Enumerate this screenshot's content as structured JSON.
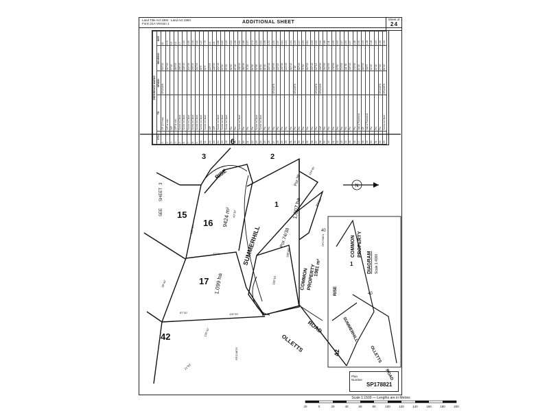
{
  "header": {
    "acts": [
      "Land Title Act 1994",
      "Land Act 1994",
      "Form 21A Version 1"
    ],
    "title": "ADDITIONAL SHEET",
    "sheet_label": "Sheet",
    "sheet_of": "of",
    "sheet_num": "2",
    "sheet_total": "4"
  },
  "ref_table": {
    "heading": "REFERENCE MARKS",
    "cols": [
      "STN",
      "TO",
      "ORIGIN",
      "BEARING",
      "DIST"
    ],
    "rows": [
      [
        "1",
        "OP (2.3 rear)",
        "SP123456",
        "353°20'",
        "10"
      ],
      [
        "2",
        "GIP in conc",
        "",
        "337°20'",
        "3.75"
      ],
      [
        "3",
        "OIP",
        "",
        "27°15'",
        "0.5"
      ],
      [
        "4",
        "OIP in conc",
        "",
        "283°50'",
        "1.0"
      ],
      [
        "5",
        "Screw in Chisel",
        "",
        "236°10'",
        "1.7"
      ],
      [
        "6",
        "Screw in Chisel",
        "",
        "218°40'",
        "2.01"
      ],
      [
        "7",
        "Screw in Chisel",
        "",
        "199°30'",
        "1.65"
      ],
      [
        "8",
        "Screw in Chisel",
        "",
        "258°20'",
        "5.40"
      ],
      [
        "9",
        "Screw in Chisel",
        "",
        "252°50'",
        "3.19"
      ],
      [
        "10",
        "Screw in Chisel",
        "",
        "55°5'",
        "3.17"
      ],
      [
        "11",
        "Screw in Chisel",
        "",
        "62°5'",
        "7.75"
      ],
      [
        "12",
        "OIP",
        "",
        "113°55'",
        "0.9"
      ],
      [
        "13",
        "OIP",
        "",
        "148°55'",
        "0.8"
      ],
      [
        "14",
        "Screw in Chisel",
        "",
        "131°40'",
        "0.86"
      ],
      [
        "15",
        "Screw in Chisel",
        "",
        "29°20'",
        "2.09"
      ],
      [
        "16",
        "Screw in Chisel",
        "",
        "39°20'",
        "2.95"
      ],
      [
        "17",
        "Pin",
        "",
        "30°30'",
        "3.02"
      ],
      [
        "18",
        "Pin",
        "",
        "45°40'",
        "4.50"
      ],
      [
        "19",
        "Screw in Chisel",
        "",
        "230°20'",
        "3.81"
      ],
      [
        "20",
        "Pin",
        "",
        "300°30'",
        "2.88"
      ],
      [
        "21",
        "Pin",
        "",
        "70°20'",
        "1.57"
      ],
      [
        "22",
        "Pin",
        "",
        "89°30'",
        "0.72"
      ],
      [
        "23",
        "Screw in Chisel",
        "",
        "32°30'",
        "1.53"
      ],
      [
        "24",
        "Screw in Chisel",
        "",
        "30°50'",
        "2.01"
      ],
      [
        "25",
        "Pin",
        "",
        "30°40'",
        "0.38"
      ],
      [
        "26",
        "Pin",
        "",
        "105°40'",
        "1.52"
      ],
      [
        "27",
        "Pin",
        "SP124876",
        "345°55'",
        "0.29"
      ],
      [
        "28",
        "Pin",
        "",
        "113°20'",
        "0.37"
      ],
      [
        "29",
        "Pin",
        "",
        "295°30'",
        "3.04"
      ],
      [
        "30",
        "Pin",
        "",
        "121°40'",
        "2.21"
      ],
      [
        "31",
        "Pin",
        "",
        "303°10'",
        "0.91"
      ],
      [
        "32",
        "Pin",
        "SP124876",
        "2°10'",
        "1.53"
      ],
      [
        "33",
        "Pin",
        "",
        "303°10'",
        "0.17"
      ],
      [
        "34",
        "Pin",
        "",
        "75°50'",
        "0.55"
      ],
      [
        "35",
        "Pin",
        "",
        "302°50'",
        "0.84"
      ],
      [
        "36",
        "Pin",
        "",
        "299°40'",
        "2.53"
      ],
      [
        "37",
        "Pin",
        "SP124876",
        "117°10'",
        "0.31"
      ],
      [
        "38",
        "OIP",
        "SP123456",
        "298°30'",
        "0.59"
      ],
      [
        "39",
        "Pin",
        "",
        "334°50'",
        "0.88"
      ],
      [
        "40",
        "Pin",
        "",
        "319°50'",
        "2.11"
      ],
      [
        "41",
        "Pin",
        "",
        "276°50'",
        "0.55"
      ],
      [
        "42",
        "Pin",
        "",
        "24°50'",
        "0.53"
      ],
      [
        "43",
        "Pin",
        "",
        "274°50'",
        "0.57"
      ],
      [
        "44",
        "Pin",
        "",
        "111°50'",
        "0.59"
      ],
      [
        "45",
        "Pin",
        "",
        "295°10'",
        "1.57"
      ],
      [
        "46",
        "Pin",
        "",
        "270°30'",
        "1.36"
      ],
      [
        "47",
        "Nail in Pavement",
        "",
        "19°10'",
        "2.95"
      ],
      [
        "48",
        "OP",
        "",
        "283°50'",
        "0.45"
      ],
      [
        "49",
        "Nail in Pavement",
        "",
        "310°5'",
        "4.18"
      ],
      [
        "50",
        "Pin",
        "",
        "51°40'",
        "0.48"
      ],
      [
        "51",
        "Pin",
        "",
        "45°10'",
        "0.52"
      ],
      [
        "52",
        "Pin",
        "SP124876",
        "47°20'",
        "4.50"
      ],
      [
        "53",
        "Screw in Chisel",
        "SP124876",
        "89°20'",
        "2.31"
      ]
    ]
  },
  "plan": {
    "lots": [
      "15",
      "16",
      "17",
      "42",
      "3",
      "6",
      "2",
      "1"
    ],
    "lot_areas": [
      "9424 m²",
      "1.099 ha",
      "1.007 ha"
    ],
    "roads": [
      "SUMMERHILL",
      "RISE",
      "OLLETTS",
      "ROAD"
    ],
    "common_property": [
      "COMMON",
      "PROPERTY",
      "1981 m²"
    ],
    "parcel": "Por.74/38",
    "parcel2": "Por.39",
    "see_sheet": [
      "SEE",
      "SHEET",
      "3"
    ],
    "bearings": [
      "355°10'",
      "73°40'",
      "87°20'",
      "115°20'",
      "98°40'",
      "43°10'",
      "124°40'",
      "305°50'",
      "260°10'",
      "188°40'",
      "176°10'",
      "21°50'",
      "40",
      "SP176821",
      "SP124876"
    ]
  },
  "diagram": {
    "title": "DIAGRAM",
    "scale": "Scale 1:4000",
    "labels": [
      "COMMON",
      "PROPERTY",
      "RISE",
      "SUMMERHILL",
      "OLLETTS",
      "ROAD",
      "42",
      "40",
      "1"
    ]
  },
  "scale_bar": {
    "caption": "Scale 1:1500 — Lengths are in Metres",
    "ticks": [
      "20",
      "0",
      "20",
      "40",
      "60",
      "80",
      "100",
      "120",
      "140",
      "160",
      "180",
      "200"
    ]
  },
  "footer": {
    "label_lines": [
      "Plan",
      "Number"
    ],
    "plan_number": "SP178821"
  },
  "colors": {
    "ink": "#111111",
    "paper": "#ffffff"
  }
}
